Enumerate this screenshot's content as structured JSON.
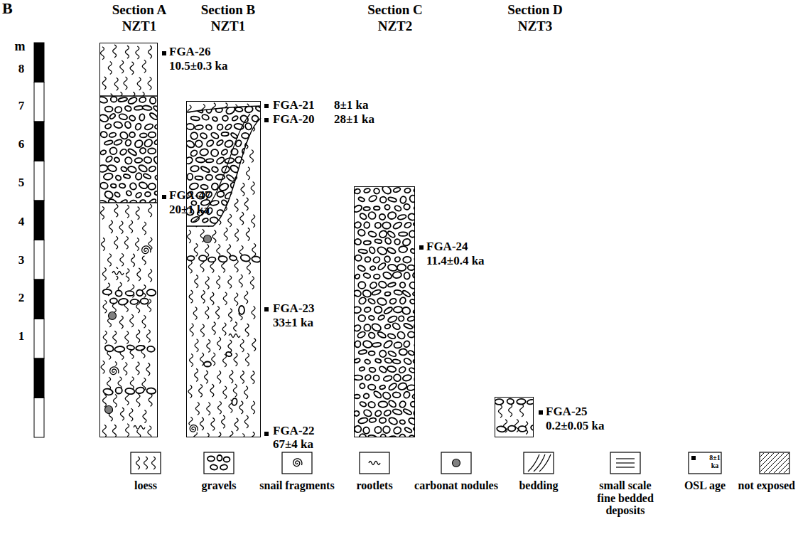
{
  "diagram": {
    "nodes": [
      {
        "text": [
          "Section A",
          "NZT1"
        ]
      },
      {
        "text": [
          "Section B",
          "NZT1"
        ]
      },
      {
        "text": [
          "Section C",
          "NZT2"
        ]
      },
      {
        "text": [
          "Section D",
          "NZT3"
        ]
      }
    ],
    "labels": [
      "B",
      "m",
      "8",
      "7",
      "6",
      "5",
      "4",
      "3",
      "2",
      "1",
      "FGA-26",
      "10.5±0.3 ka",
      "FGA-47",
      "20±1 ka",
      "FGA-21",
      "8±1 ka",
      "FGA-20",
      "28±1 ka",
      "FGA-23",
      "33±1 ka",
      "FGA-22",
      "67±4 ka",
      "FGA-24",
      "11.4±0.4 ka",
      "FGA-25",
      "0.2±0.05 ka",
      "8±1 ka"
    ],
    "legend": [
      {
        "text": "loess"
      },
      {
        "text": "gravels"
      },
      {
        "text": "snail fragments"
      },
      {
        "text": "rootlets"
      },
      {
        "text": "carbonat nodules"
      },
      {
        "text": "bedding"
      },
      {
        "text": "small scale fine bedded deposits"
      },
      {
        "text": "OSL age"
      },
      {
        "text": "not exposed"
      }
    ]
  }
}
